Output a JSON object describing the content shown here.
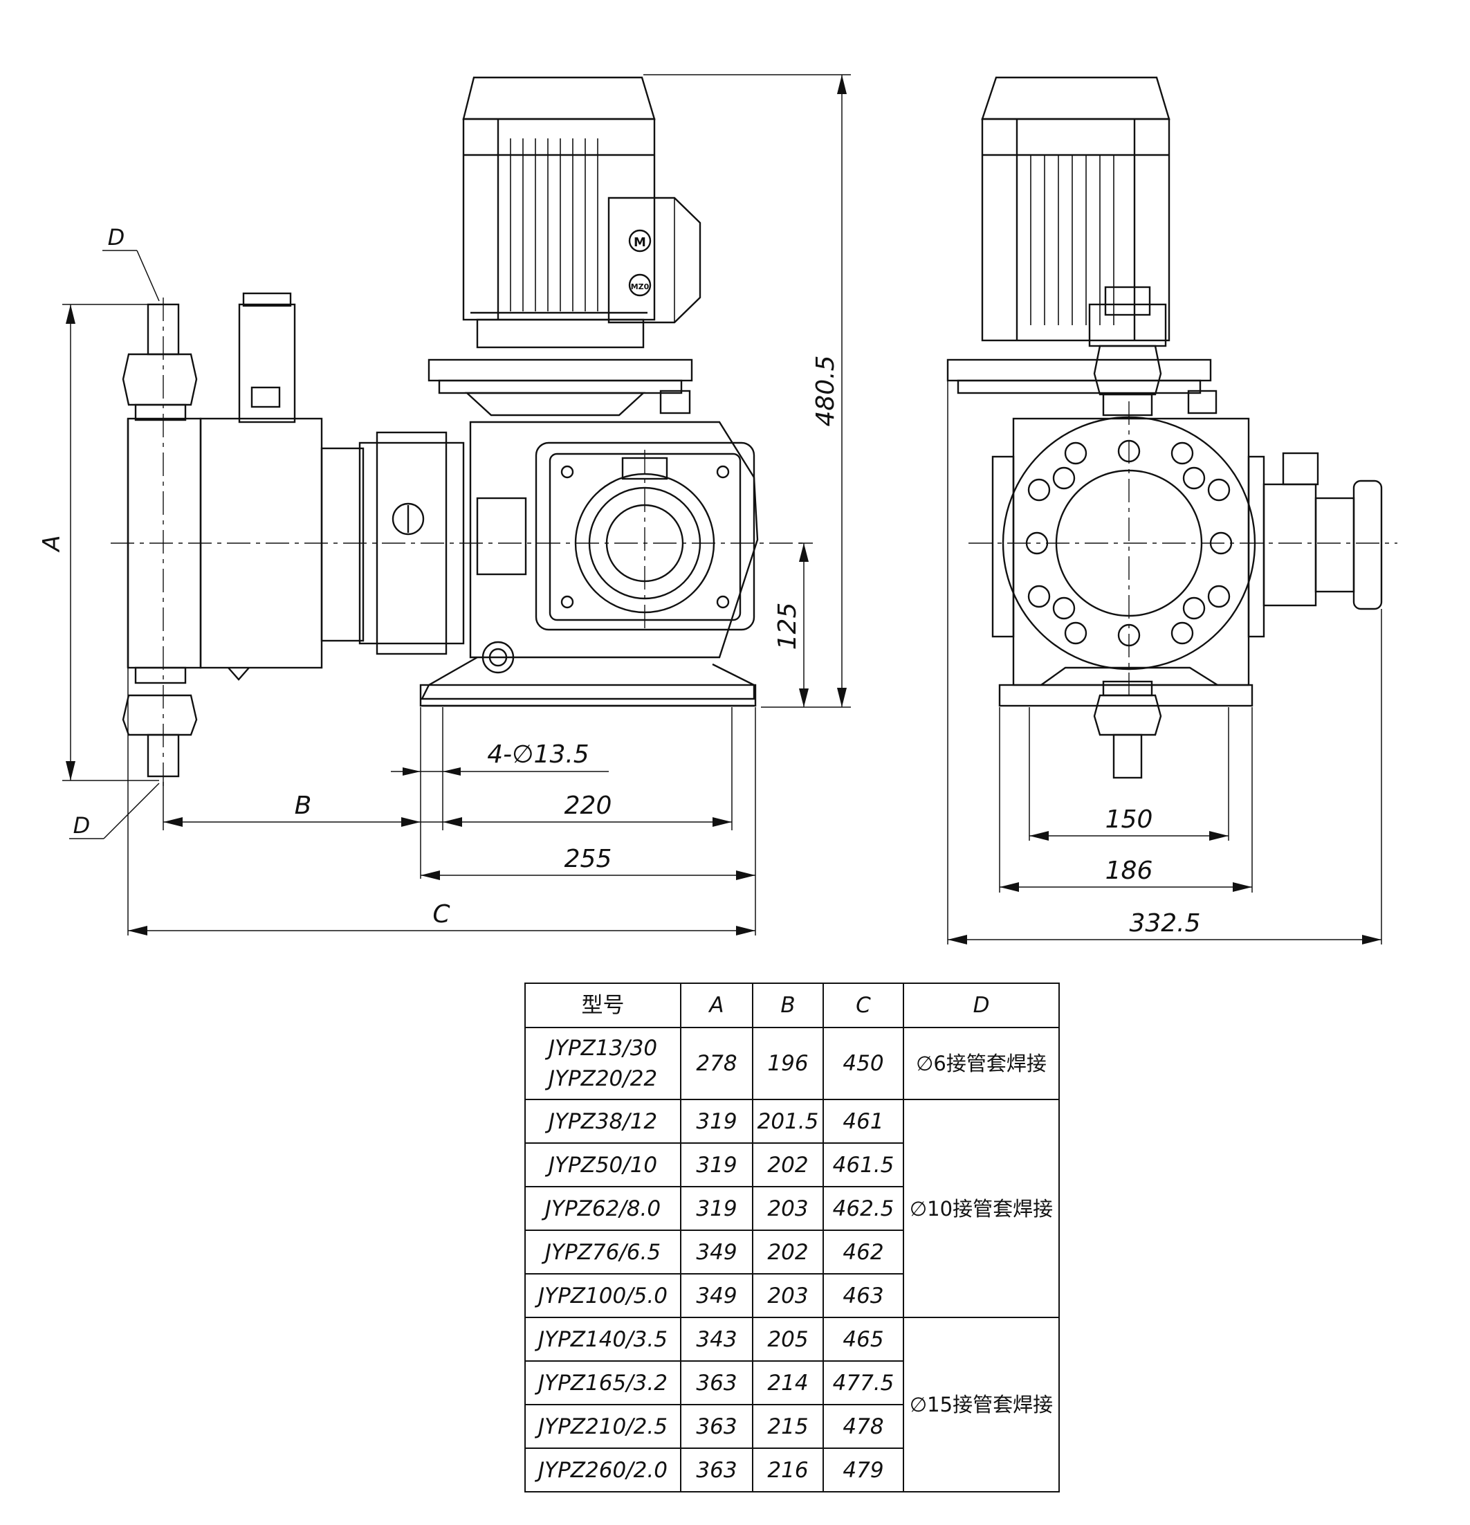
{
  "drawing": {
    "dimensions": {
      "overall_height": "480.5",
      "shaft_height": "125",
      "height_A": "A",
      "width_B": "B",
      "width_C": "C",
      "mount_holes": "4-∅13.5",
      "base_220": "220",
      "base_255": "255",
      "side_150": "150",
      "side_186": "186",
      "side_332": "332.5"
    },
    "labels": {
      "port_top": "D",
      "port_bottom": "D",
      "motor_mark_1": "M",
      "motor_mark_2": "MZ0"
    }
  },
  "table": {
    "headers": [
      "型号",
      "A",
      "B",
      "C",
      "D"
    ],
    "groups": [
      {
        "d": "∅6接管套焊接",
        "rows": [
          {
            "model": [
              "JYPZ13/30",
              "JYPZ20/22"
            ],
            "a": "278",
            "b": "196",
            "c": "450"
          }
        ]
      },
      {
        "d": "∅10接管套焊接",
        "rows": [
          {
            "model": [
              "JYPZ38/12"
            ],
            "a": "319",
            "b": "201.5",
            "c": "461"
          },
          {
            "model": [
              "JYPZ50/10"
            ],
            "a": "319",
            "b": "202",
            "c": "461.5"
          },
          {
            "model": [
              "JYPZ62/8.0"
            ],
            "a": "319",
            "b": "203",
            "c": "462.5"
          },
          {
            "model": [
              "JYPZ76/6.5"
            ],
            "a": "349",
            "b": "202",
            "c": "462"
          },
          {
            "model": [
              "JYPZ100/5.0"
            ],
            "a": "349",
            "b": "203",
            "c": "463"
          }
        ]
      },
      {
        "d": "∅15接管套焊接",
        "rows": [
          {
            "model": [
              "JYPZ140/3.5"
            ],
            "a": "343",
            "b": "205",
            "c": "465"
          },
          {
            "model": [
              "JYPZ165/3.2"
            ],
            "a": "363",
            "b": "214",
            "c": "477.5"
          },
          {
            "model": [
              "JYPZ210/2.5"
            ],
            "a": "363",
            "b": "215",
            "c": "478"
          },
          {
            "model": [
              "JYPZ260/2.0"
            ],
            "a": "363",
            "b": "216",
            "c": "479"
          }
        ]
      }
    ]
  }
}
